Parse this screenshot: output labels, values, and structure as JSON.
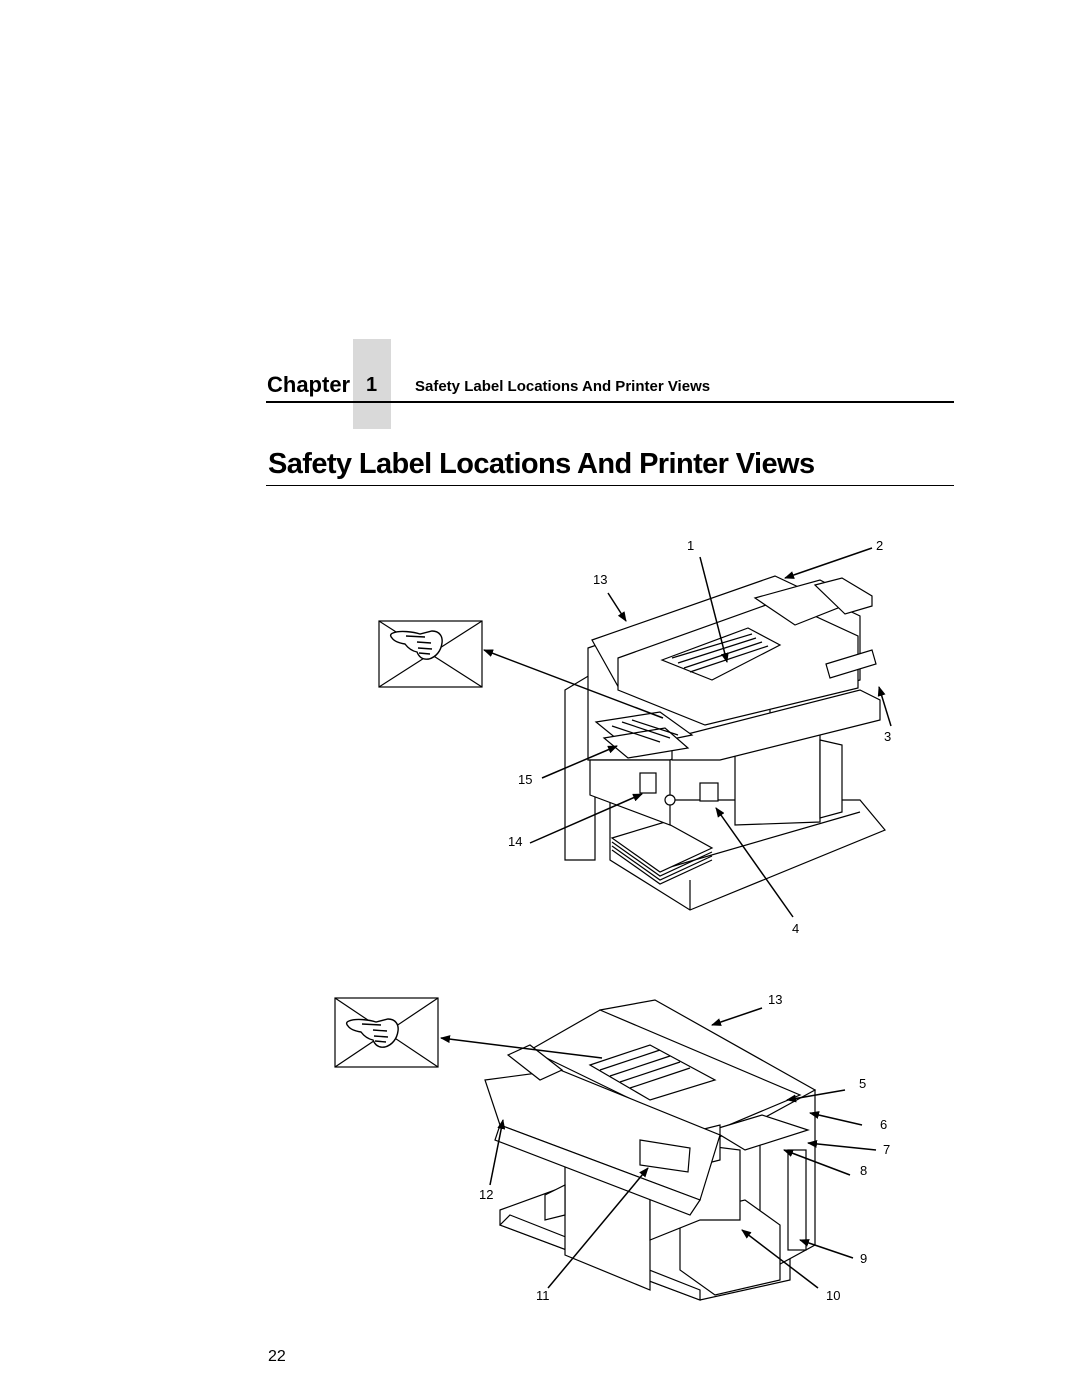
{
  "header": {
    "chapter_word": "Chapter",
    "chapter_number": "1",
    "section_title": "Safety Label Locations And Printer Views"
  },
  "page_heading": "Safety Label Locations And Printer Views",
  "figure_top": {
    "callouts": [
      "1",
      "2",
      "13",
      "3",
      "15",
      "14",
      "4"
    ]
  },
  "figure_bottom": {
    "callouts": [
      "13",
      "5",
      "6",
      "7",
      "8",
      "12",
      "9",
      "11",
      "10"
    ]
  },
  "page_number": "22"
}
